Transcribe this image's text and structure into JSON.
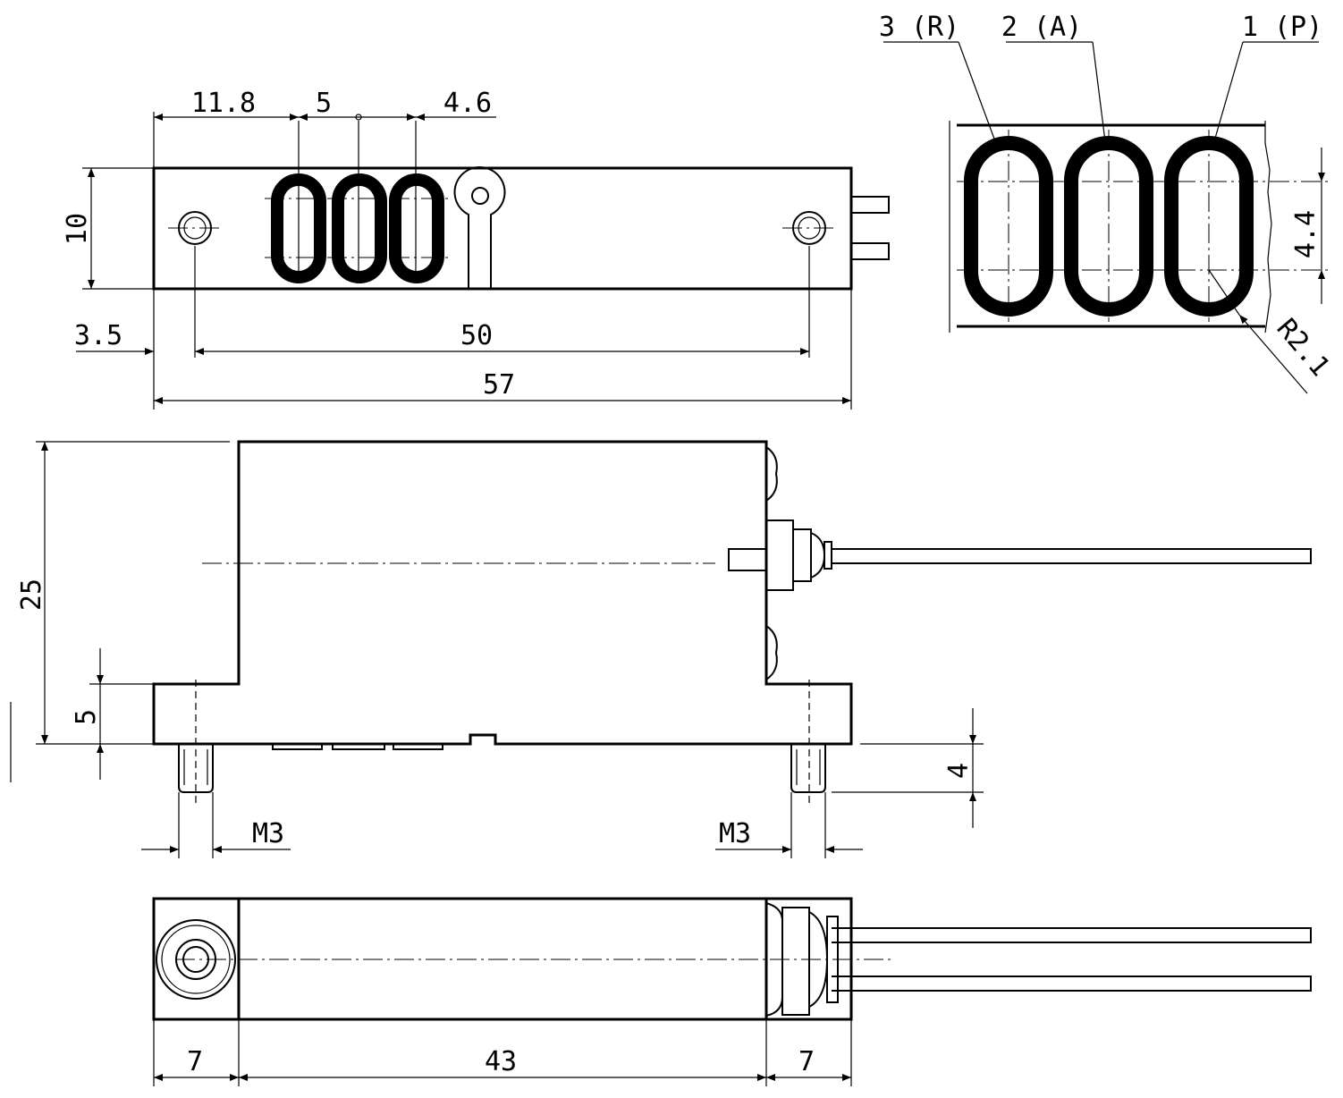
{
  "top_view": {
    "dim_height": "10",
    "dim_port_offset": "11.8",
    "dim_port_pitch": "5",
    "dim_port_spacing": "4.6",
    "dim_edge_to_hole": "3.5",
    "dim_hole_spacing": "50",
    "dim_length": "57"
  },
  "detail_view": {
    "port_3": "3 (R)",
    "port_2": "2 (A)",
    "port_1": "1 (P)",
    "dim_slot_length": "4.4",
    "dim_radius": "R2.1"
  },
  "side_view": {
    "dim_height": "25",
    "dim_flange": "5",
    "dim_thread_length": "4",
    "thread_left": "M3",
    "thread_right": "M3"
  },
  "bottom_view": {
    "dim_left": "7",
    "dim_middle": "43",
    "dim_right": "7"
  }
}
